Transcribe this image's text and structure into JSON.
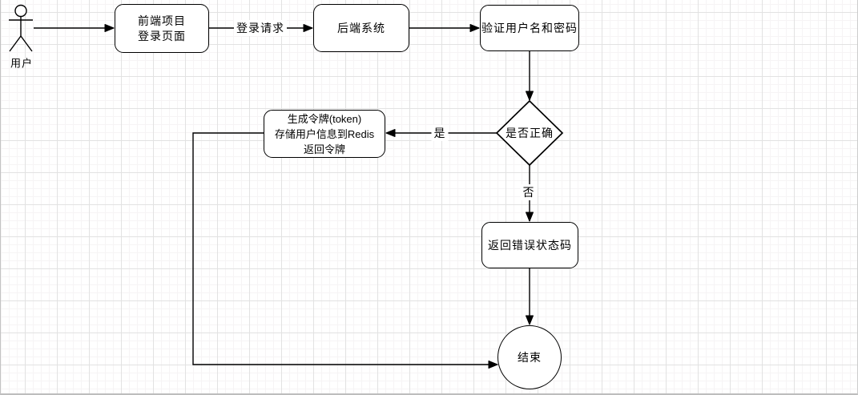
{
  "nodes": {
    "actor": {
      "label": "用户"
    },
    "frontend": {
      "line1": "前端项目",
      "line2": "登录页面"
    },
    "backend": {
      "label": "后端系统"
    },
    "verify": {
      "label": "验证用户名和密码"
    },
    "decision": {
      "label": "是否正确"
    },
    "token": {
      "line1": "生成令牌(token)",
      "line2": "存储用户信息到Redis",
      "line3": "返回令牌"
    },
    "error": {
      "label": "返回错误状态码"
    },
    "end": {
      "label": "结束"
    }
  },
  "edge_labels": {
    "login_request": "登录请求",
    "yes": "是",
    "no": "否"
  },
  "colors": {
    "stroke": "#000000",
    "node_fill": "#ffffff",
    "grid_minor": "#f6f4f5",
    "grid_major": "#e2e2e2"
  }
}
